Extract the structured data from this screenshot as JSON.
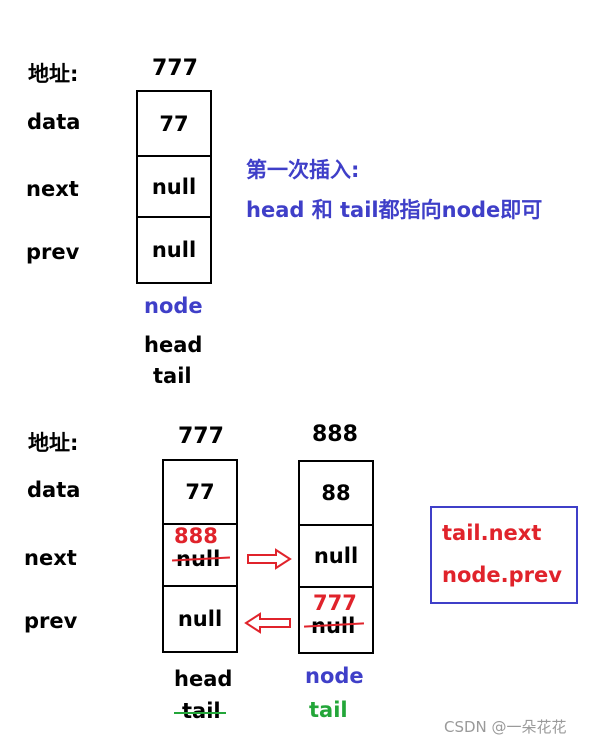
{
  "section1": {
    "addr_label": "地址:",
    "labels": {
      "data": "data",
      "next": "next",
      "prev": "prev"
    },
    "node": {
      "address": "777",
      "data": "77",
      "next": "null",
      "prev": "null"
    },
    "node_name": "node",
    "head": "head",
    "tail": "tail",
    "note_line1": "第一次插入:",
    "note_line2": "head 和 tail都指向node即可"
  },
  "section2": {
    "addr_label": "地址:",
    "labels": {
      "data": "data",
      "next": "next",
      "prev": "prev"
    },
    "node1": {
      "address": "777",
      "data": "77",
      "next_new": "888",
      "next_old": "null",
      "prev": "null"
    },
    "node2": {
      "address": "888",
      "data": "88",
      "next": "null",
      "prev_new": "777",
      "prev_old": "null"
    },
    "node1_head": "head",
    "node1_tail_old": "tail",
    "node2_name": "node",
    "node2_tail": "tail",
    "note_box": {
      "line1": "tail.next",
      "line2": "node.prev"
    }
  },
  "colors": {
    "blue": "#3f3fc8",
    "red": "#e0232b",
    "green": "#23a639"
  },
  "watermark": "CSDN @一朵花花"
}
